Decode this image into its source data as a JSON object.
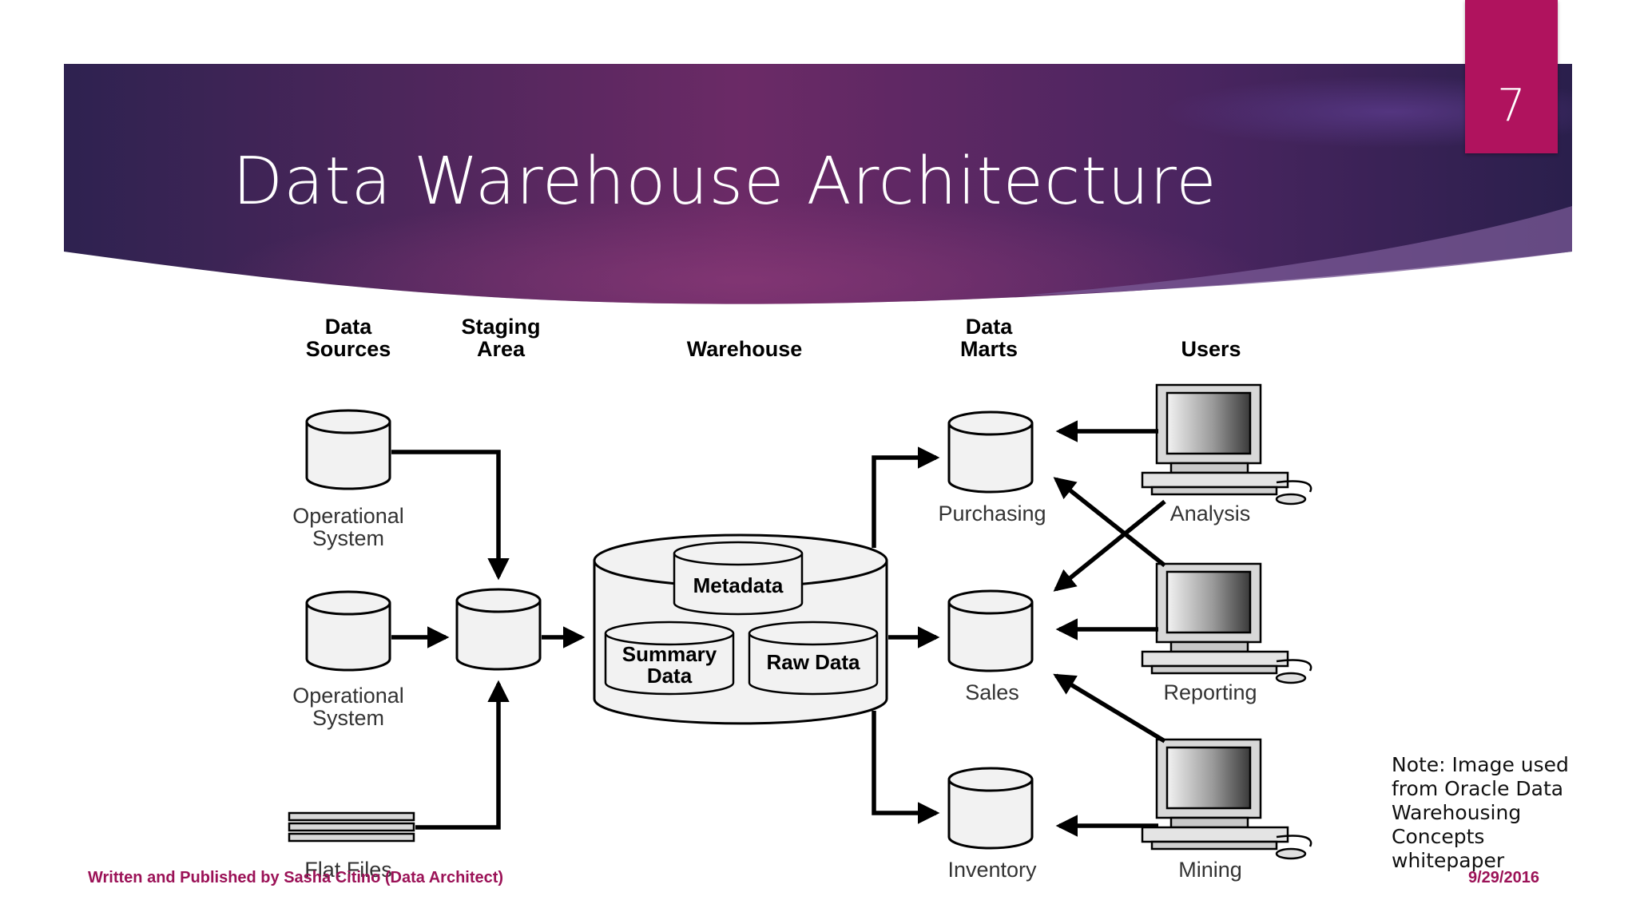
{
  "slide": {
    "title": "Data Warehouse Architecture",
    "number": "7",
    "note": "Note: Image used from Oracle Data Warehousing Concepts whitepaper",
    "footer_left": "Written and Published by Sasha Citino (Data Architect)",
    "footer_right": "9/29/2016",
    "colors": {
      "banner_dark": "#2a1f4c",
      "banner_mid": "#6b2a66",
      "accent_magenta": "#b0135e",
      "footer_text": "#9b1257"
    }
  },
  "diagram": {
    "columns": {
      "data_sources": [
        "Data",
        "Sources"
      ],
      "staging_area": [
        "Staging",
        "Area"
      ],
      "warehouse": "Warehouse",
      "data_marts": [
        "Data",
        "Marts"
      ],
      "users": "Users"
    },
    "sources": {
      "operational_1": [
        "Operational",
        "System"
      ],
      "operational_2": [
        "Operational",
        "System"
      ],
      "flat_files": "Flat Files"
    },
    "warehouse_parts": {
      "metadata": "Metadata",
      "summary_data": [
        "Summary",
        "Data"
      ],
      "raw_data": "Raw Data"
    },
    "marts": {
      "purchasing": "Purchasing",
      "sales": "Sales",
      "inventory": "Inventory"
    },
    "users": {
      "analysis": "Analysis",
      "reporting": "Reporting",
      "mining": "Mining"
    },
    "icons": [
      "database-cylinder-icon",
      "flat-files-icon",
      "computer-workstation-icon",
      "arrow-icon"
    ]
  }
}
